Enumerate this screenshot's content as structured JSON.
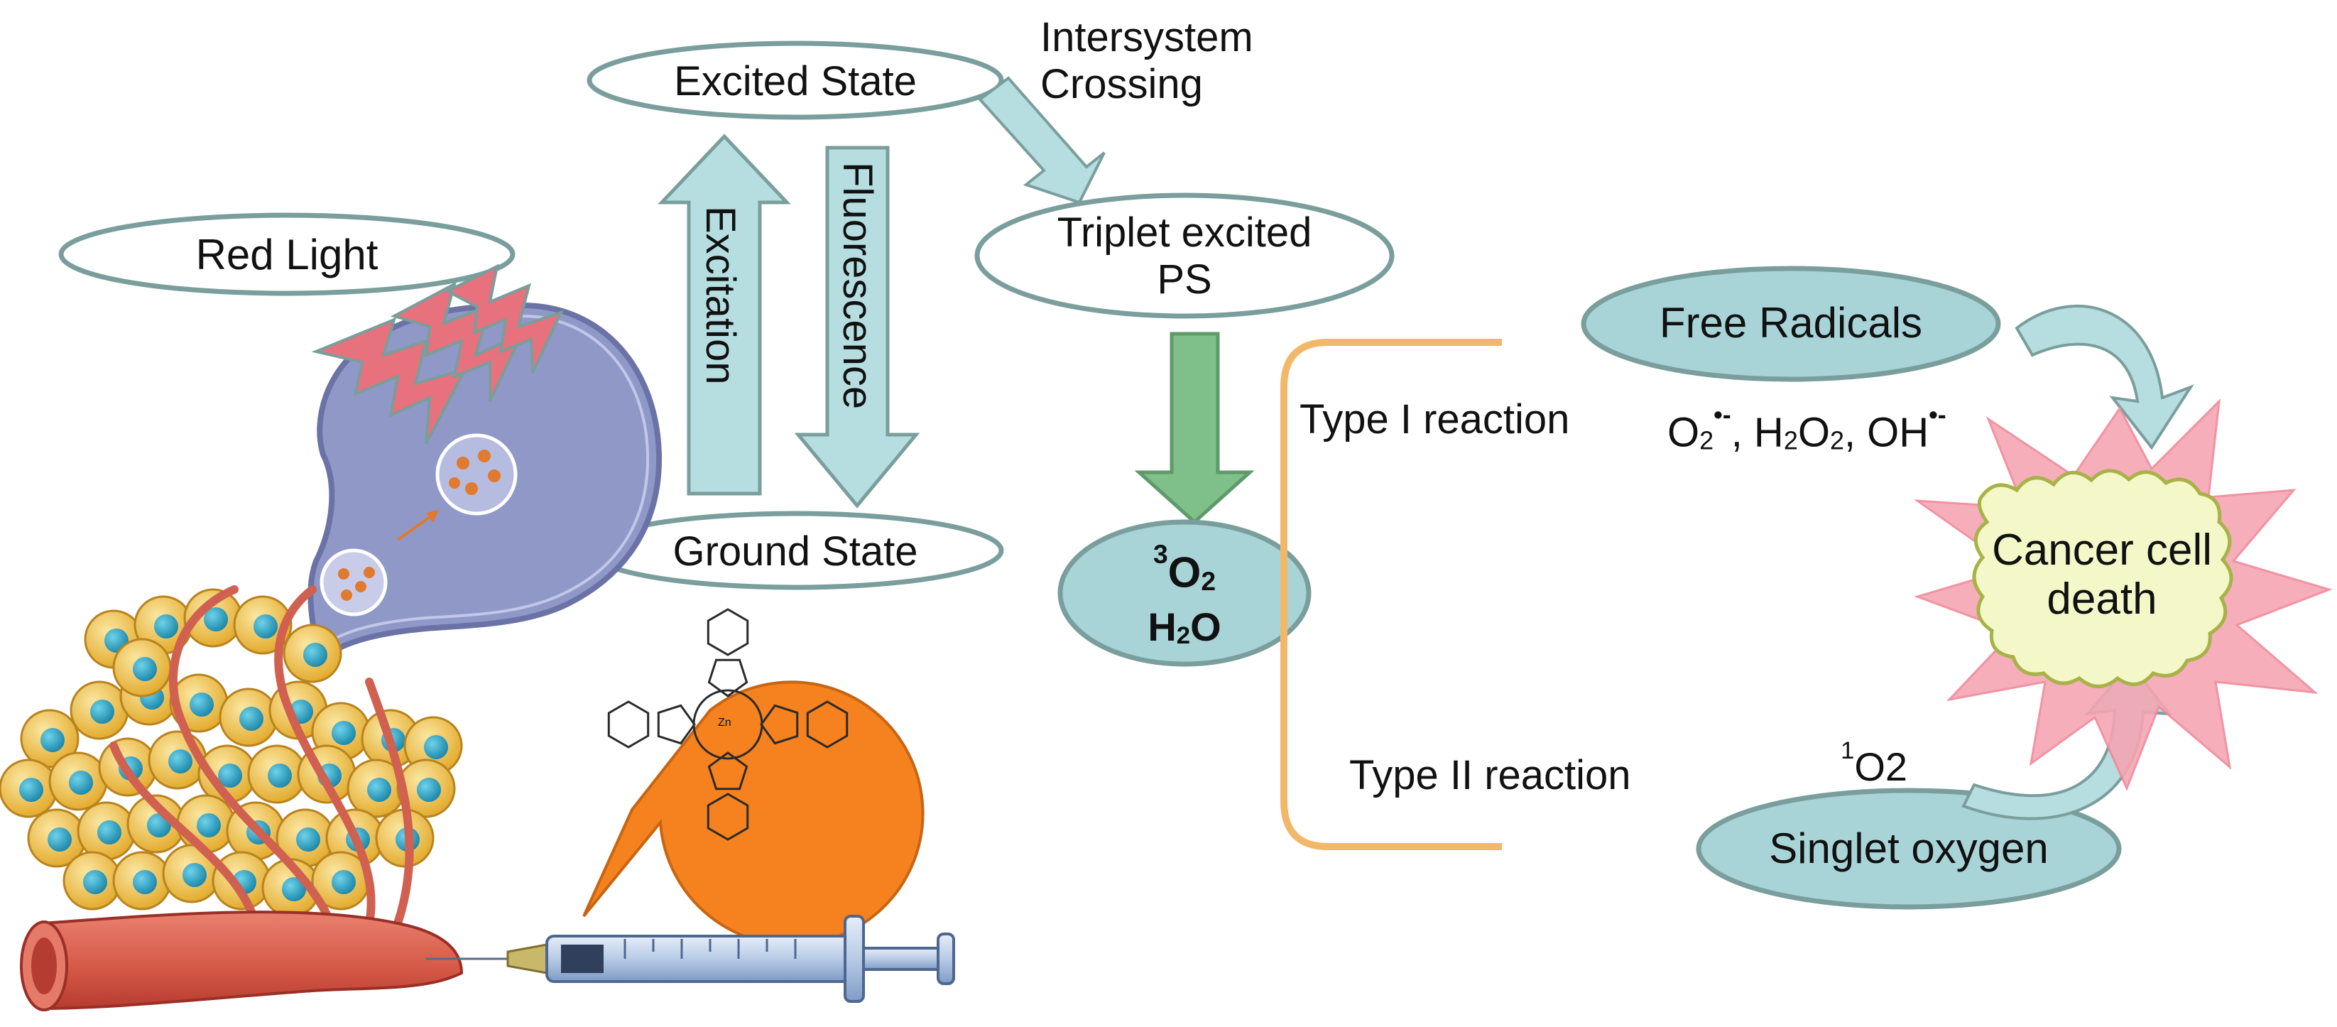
{
  "labels": {
    "excited_state": "Excited State",
    "intersystem_crossing_line1": "Intersystem",
    "intersystem_crossing_line2": "Crossing",
    "red_light": "Red Light",
    "excitation": "Excitation",
    "fluorescence": "Fluorescence",
    "triplet_line1": "Triplet excited",
    "triplet_line2": "PS",
    "ground_state": "Ground State",
    "oxygen_sup": "3",
    "oxygen_base": "O",
    "oxygen_sub": "2",
    "water_h": "H",
    "water_sub": "2",
    "water_o": "O",
    "free_radicals": "Free Radicals",
    "type1_reaction": "Type I reaction",
    "radical_o": "O",
    "radical_o_sub": "2",
    "radical_charge": "•-",
    "radical_h2o2_a": ", H",
    "radical_h2o2_sub1": "2",
    "radical_h2o2_b": "O",
    "radical_h2o2_sub2": "2",
    "radical_oh": ", OH",
    "radical_oh_charge": "•-",
    "cancer_line1": "Cancer cell",
    "cancer_line2": "death",
    "type2_reaction": "Type II reaction",
    "singlet_sup": "1",
    "singlet_base": "O",
    "singlet_sub": "2",
    "singlet_oxygen": "Singlet oxygen",
    "zinc": "Zn"
  },
  "colors": {
    "ellipse_fill_light": "#ffffff",
    "ellipse_stroke": "#7a9e9c",
    "ellipse_fill_teal": "#a8d4d8",
    "arrow_teal": "#b6dde0",
    "arrow_green": "#7fbf8a",
    "bracket_orange": "#f2b86a",
    "cell_purple": "#9098c8",
    "lightning_red": "#e7717d",
    "burst_pink": "#f4a6b3",
    "burst_yellow": "#f4f7c8",
    "tumor_yellow": "#f1c64d",
    "tumor_cyan": "#2ba6c7",
    "vessel_red": "#e16a5a",
    "bubble_orange": "#f5821f",
    "syringe_blue": "#8fb3dd"
  }
}
